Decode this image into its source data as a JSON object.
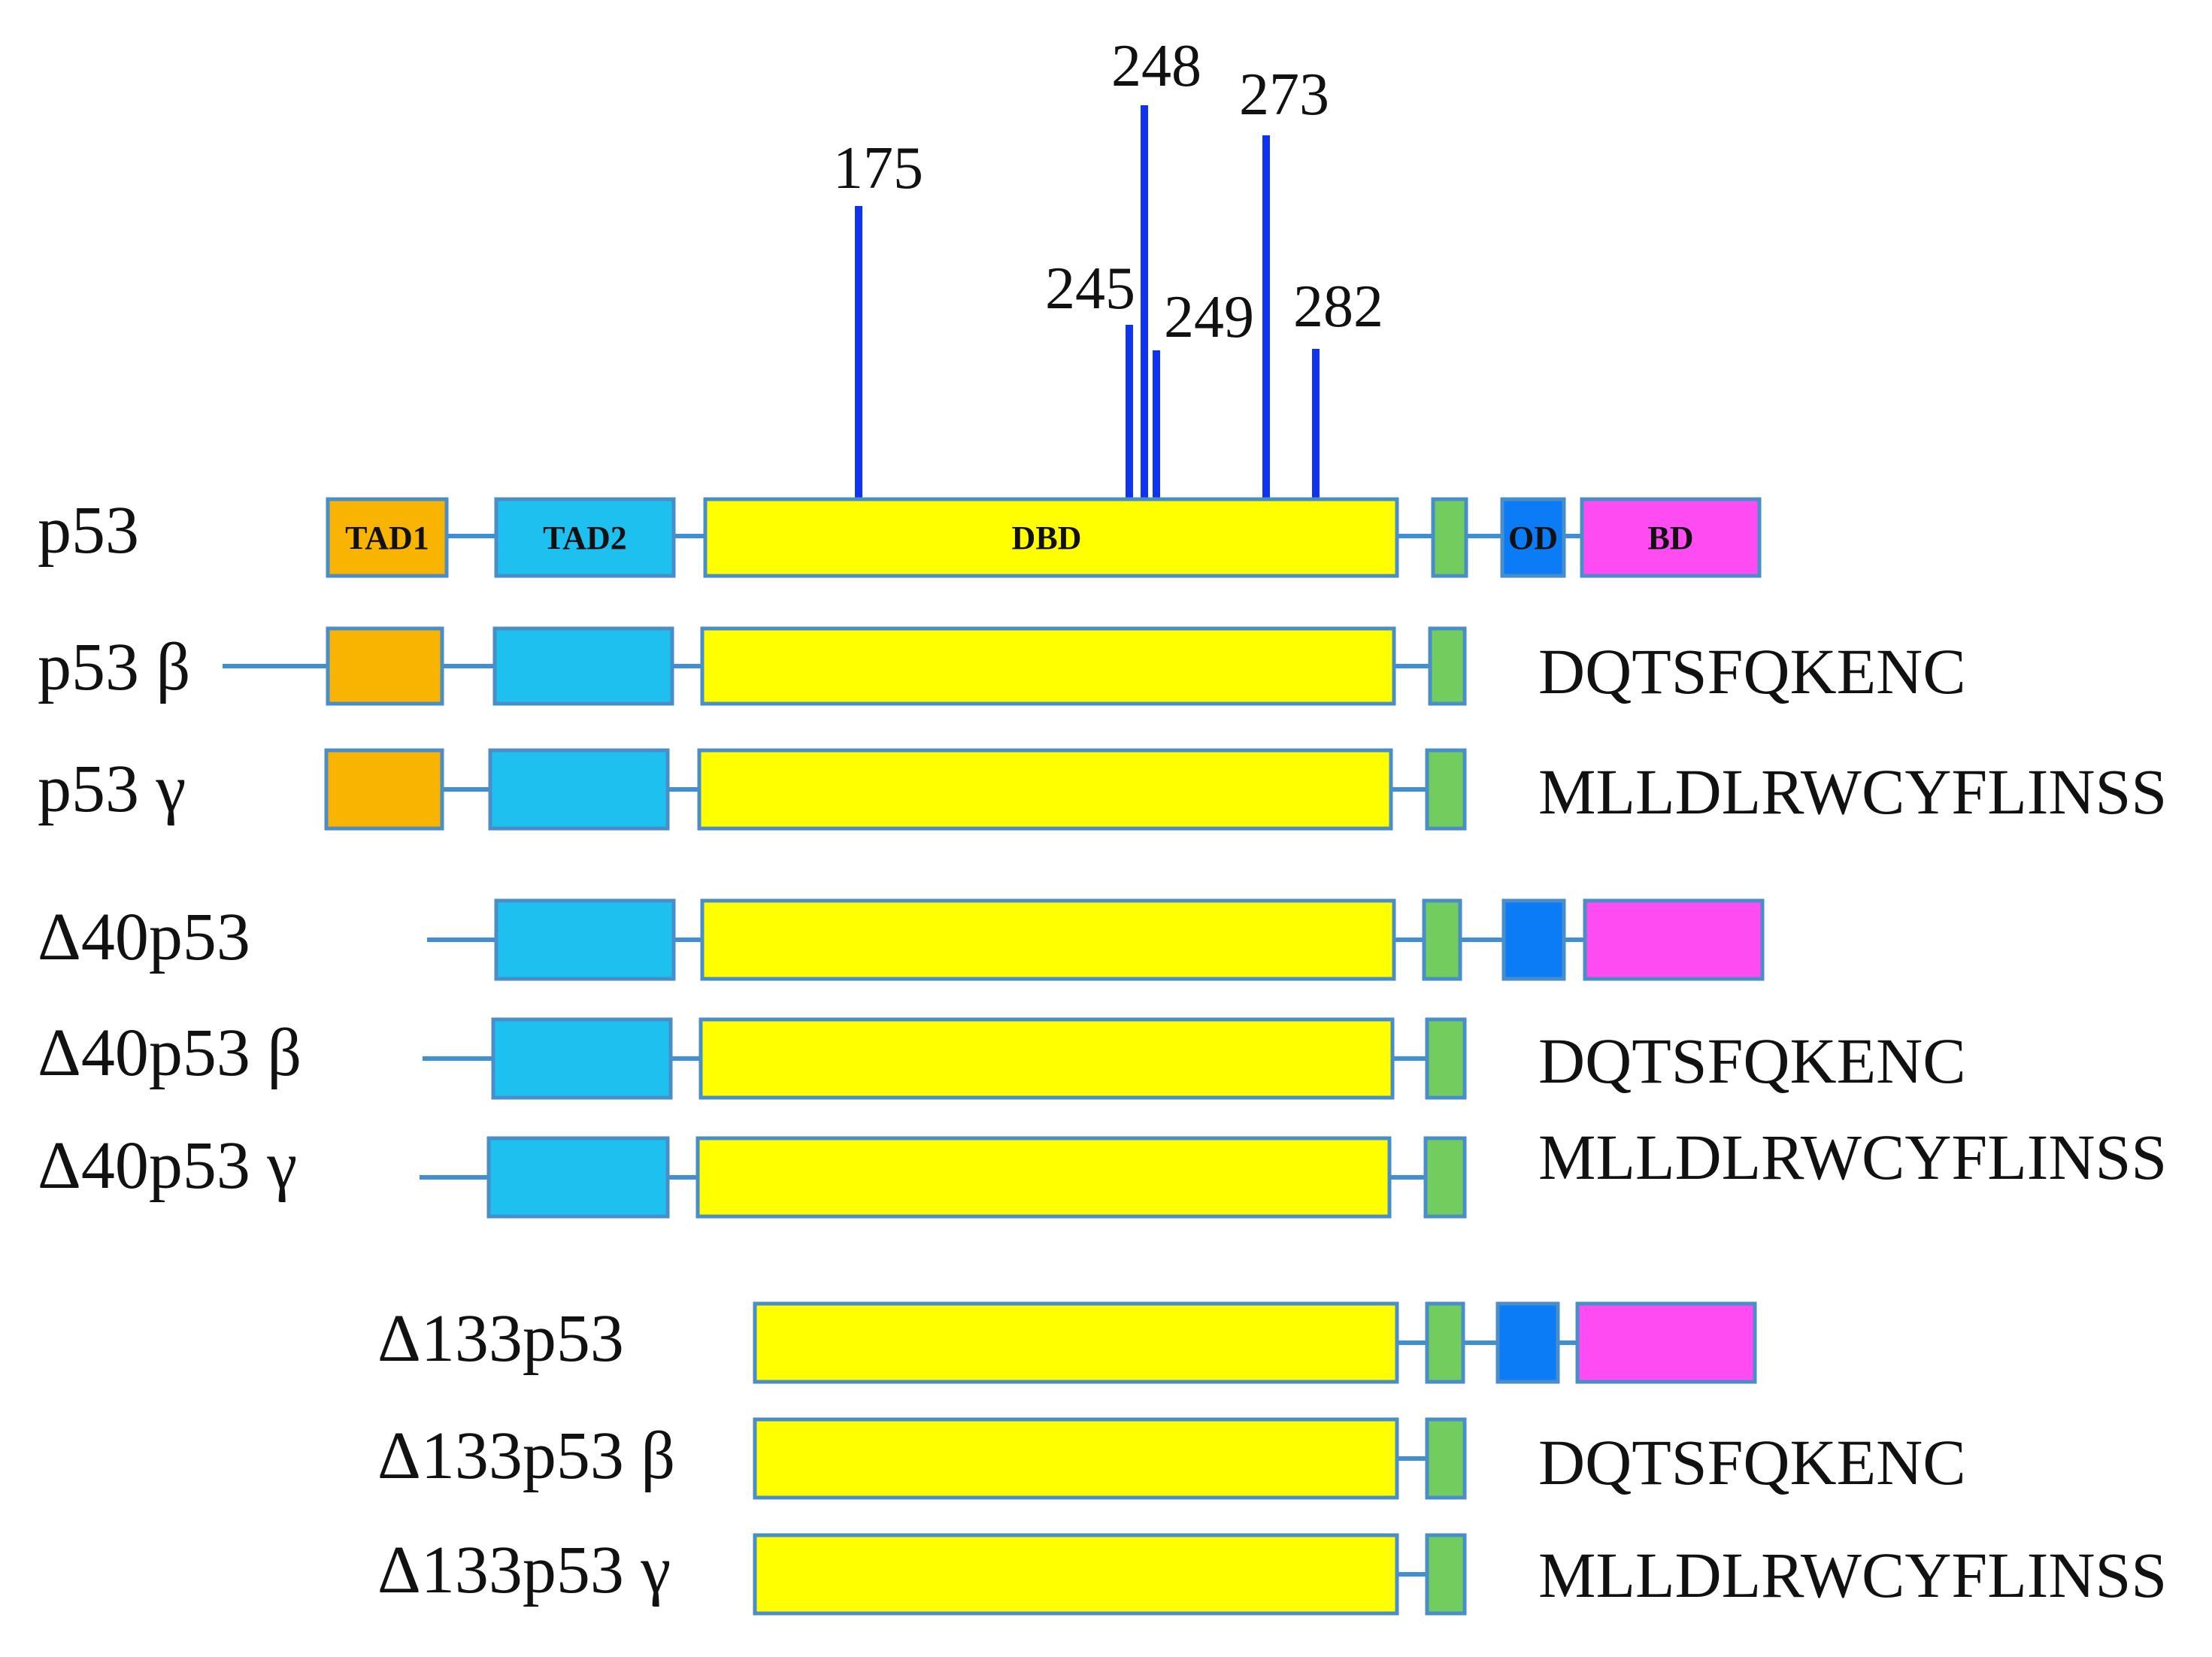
{
  "colors": {
    "TAD1": "#f8b400",
    "TAD2": "#1ec0f0",
    "DBD": "#ffff00",
    "NLS": "#73cc5e",
    "OD": "#0b7cf5",
    "BD": "#ff4cf2",
    "linker": "#3e8fd6",
    "hotspot": "#1033f0"
  },
  "domain_labels": {
    "TAD1": "TAD1",
    "TAD2": "TAD2",
    "DBD": "DBD",
    "OD": "OD",
    "BD": "BD"
  },
  "hotspots": [
    {
      "label": "175"
    },
    {
      "label": "245"
    },
    {
      "label": "248"
    },
    {
      "label": "249"
    },
    {
      "label": "273"
    },
    {
      "label": "282"
    }
  ],
  "isoforms": [
    {
      "label": "p53",
      "tail": ""
    },
    {
      "label": "p53 β",
      "tail": "DQTSFQKENC"
    },
    {
      "label": "p53 γ",
      "tail": "MLLDLRWCYFLINSS"
    },
    {
      "label": "Δ40p53",
      "tail": ""
    },
    {
      "label": "Δ40p53 β",
      "tail": "DQTSFQKENC"
    },
    {
      "label": "Δ40p53 γ",
      "tail": "MLLDLRWCYFLINSS"
    },
    {
      "label": "Δ133p53",
      "tail": ""
    },
    {
      "label": "Δ133p53 β",
      "tail": "DQTSFQKENC"
    },
    {
      "label": "Δ133p53 γ",
      "tail": "MLLDLRWCYFLINSS"
    }
  ]
}
